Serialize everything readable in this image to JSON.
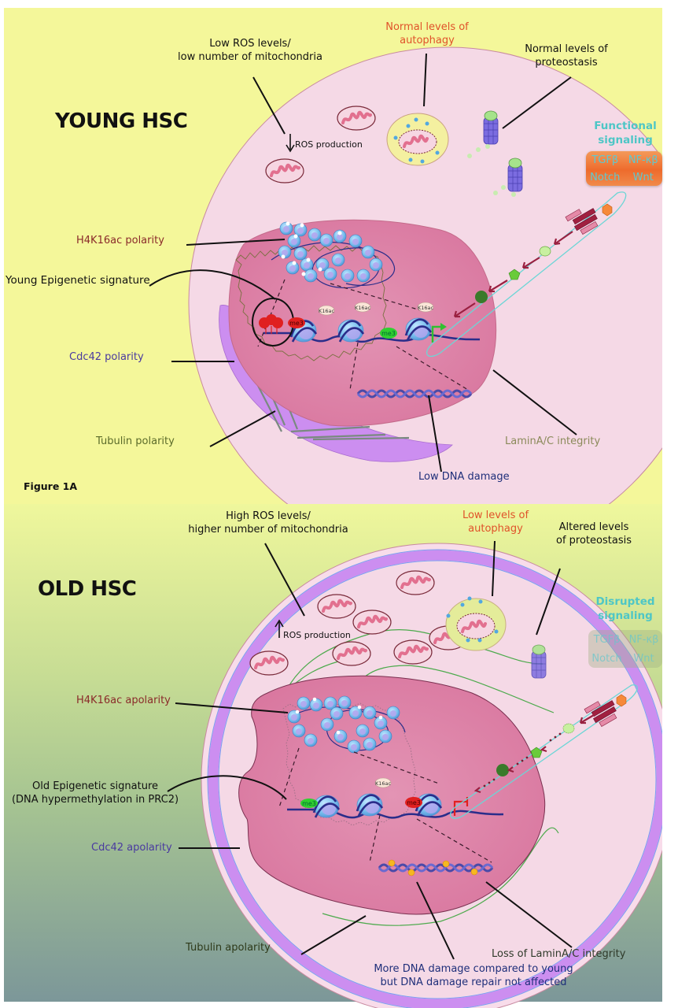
{
  "figure": {
    "panel_label": "Figure 1A",
    "young": {
      "title": "YOUNG HSC",
      "labels": {
        "ros": [
          "Low ROS levels/",
          "low number of mitochondria"
        ],
        "ros_production": "ROS production",
        "ros_arrow": "down",
        "autophagy": [
          "Normal levels of",
          "autophagy"
        ],
        "proteostasis": [
          "Normal levels of",
          "proteostasis"
        ],
        "signaling_title": [
          "Functional",
          "signaling"
        ],
        "signaling_pathways": [
          "TGFβ",
          "NF-κβ",
          "Notch",
          "Wnt"
        ],
        "h4k16ac": "H4K16ac polarity",
        "epigenetic": "Young Epigenetic signature",
        "cdc42": "Cdc42 polarity",
        "tubulin": "Tubulin polarity",
        "lamin": "LaminA/C integrity",
        "dna_damage": "Low DNA damage"
      },
      "chromatin_marks": [
        "me3",
        "K16ac",
        "K16ac",
        "me3",
        "K16ac"
      ],
      "methyl_cluster": "me me me",
      "transcription": "active"
    },
    "old": {
      "title": "OLD HSC",
      "labels": {
        "ros": [
          "High ROS levels/",
          "higher number of mitochondria"
        ],
        "ros_production": "ROS production",
        "ros_arrow": "up",
        "autophagy": [
          "Low levels of",
          "autophagy"
        ],
        "proteostasis": [
          "Altered levels",
          "of proteostasis"
        ],
        "signaling_title": [
          "Disrupted",
          "signaling"
        ],
        "signaling_pathways": [
          "TGFβ",
          "NF-κβ",
          "Notch",
          "Wnt"
        ],
        "h4k16ac": "H4K16ac apolarity",
        "epigenetic": [
          "Old Epigenetic signature",
          "(DNA hypermethylation in PRC2)"
        ],
        "cdc42": "Cdc42 apolarity",
        "tubulin": "Tubulin apolarity",
        "lamin": "Loss of LaminA/C integrity",
        "dna_damage": [
          "More DNA damage compared to young",
          "but  DNA damage repair not affected"
        ]
      },
      "chromatin_marks": [
        "me3",
        "K16ac",
        "me3"
      ],
      "transcription": "repressed"
    }
  },
  "colors": {
    "young_bg": "#f4f79a",
    "old_bg_top": "#eef79a",
    "old_bg_bottom": "#7f9a98",
    "cytoplasm": "#f5d9e6",
    "nucleus": "#e08aad",
    "cdc42": "#cc8ef0",
    "label_orange": "#e0522a",
    "label_cyan": "#4ec6c6",
    "mito": "#e8839f"
  }
}
